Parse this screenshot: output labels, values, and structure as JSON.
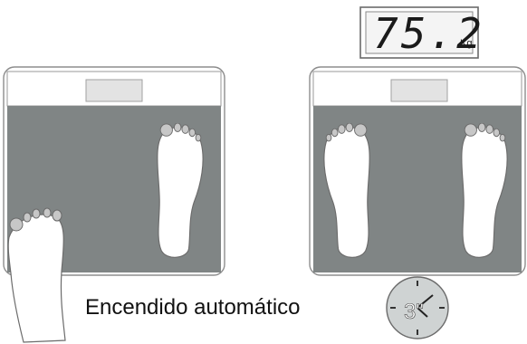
{
  "display": {
    "value": "75.2",
    "unit": "Kg"
  },
  "caption": "Encendido automático",
  "timer": {
    "label": "3\""
  },
  "colors": {
    "platform": "#808585",
    "frame": "#dadada",
    "outline": "#6b6b6b",
    "foot": "#ffffff"
  },
  "icons": [
    "scale-icon",
    "foot-icon",
    "clock-icon"
  ]
}
